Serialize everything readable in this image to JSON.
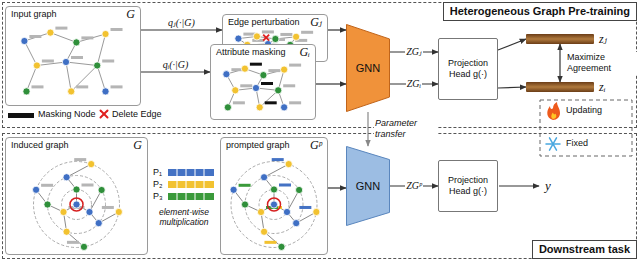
{
  "diagram": {
    "nodes": [
      {
        "text": [
          "Heterogeneous Graph Pre-training"
        ]
      },
      {
        "text": [
          "Input graph",
          "G"
        ],
        "in": 0
      },
      {
        "text": [
          "Edge perturbation",
          "Gⱼ"
        ],
        "in": 0
      },
      {
        "text": [
          "Attribute masking",
          "Gᵢ"
        ],
        "in": 0
      },
      {
        "text": [
          "GNN"
        ],
        "in": 0
      },
      {
        "text": [
          "Projection Head g(·)"
        ],
        "in": 0
      },
      {
        "text": [
          "zⱼ"
        ],
        "in": 0
      },
      {
        "text": [
          "zᵢ"
        ],
        "in": 0
      },
      {
        "text": [
          "Downstream task"
        ]
      },
      {
        "text": [
          "Induced graph",
          "G"
        ],
        "in": 8
      },
      {
        "text": [
          "prompted graph",
          "Gᵖ"
        ],
        "in": 8
      },
      {
        "text": [
          "GNN"
        ],
        "in": 8
      },
      {
        "text": [
          "Projection Head g(·)"
        ],
        "in": 8
      }
    ],
    "edges": [
      {
        "from": 1,
        "to": 2,
        "arrow": "to",
        "label": "qⱼ(·|G)"
      },
      {
        "from": 1,
        "to": 3,
        "arrow": "to",
        "label": "qᵢ(·|G)"
      },
      {
        "from": 2,
        "to": 4,
        "arrow": "to"
      },
      {
        "from": 3,
        "to": 4,
        "arrow": "to"
      },
      {
        "from": 4,
        "to": 5,
        "arrow": "to",
        "label": "ZGⱼ"
      },
      {
        "from": 4,
        "to": 5,
        "arrow": "to",
        "label": "ZGᵢ"
      },
      {
        "from": 5,
        "to": 6,
        "arrow": "to"
      },
      {
        "from": 5,
        "to": 7,
        "arrow": "to"
      },
      {
        "from": 6,
        "to": 7,
        "arrow": "both",
        "label": "Maximize Agreement"
      },
      {
        "from": 4,
        "to": 11,
        "arrow": "to",
        "label": "Parameter transfer"
      },
      {
        "from": 10,
        "to": 11,
        "arrow": "to"
      },
      {
        "from": 11,
        "to": 12,
        "arrow": "to",
        "label": "ZGᵖ"
      }
    ],
    "labels": [
      "P₁",
      "P₂",
      "P₃",
      "element-wise multiplication",
      "y"
    ],
    "legend": [
      {
        "text": "Masking Node",
        "color": "#111111"
      },
      {
        "text": "Delete Edge"
      },
      {
        "text": "Updating"
      },
      {
        "text": "Fixed"
      }
    ]
  }
}
